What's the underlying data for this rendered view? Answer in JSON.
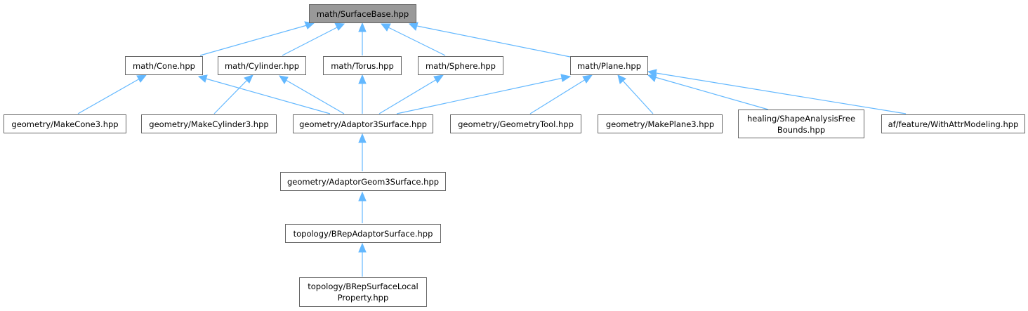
{
  "nodes": {
    "surface_base": [
      "math/SurfaceBase.hpp"
    ],
    "cone": [
      "math/Cone.hpp"
    ],
    "cylinder": [
      "math/Cylinder.hpp"
    ],
    "torus": [
      "math/Torus.hpp"
    ],
    "sphere": [
      "math/Sphere.hpp"
    ],
    "plane": [
      "math/Plane.hpp"
    ],
    "make_cone3": [
      "geometry/MakeCone3.hpp"
    ],
    "make_cylinder3": [
      "geometry/MakeCylinder3.hpp"
    ],
    "adaptor3_surface": [
      "geometry/Adaptor3Surface.hpp"
    ],
    "geometry_tool": [
      "geometry/GeometryTool.hpp"
    ],
    "make_plane3": [
      "geometry/MakePlane3.hpp"
    ],
    "shape_analysis_free_bounds": [
      "healing/ShapeAnalysisFree",
      "Bounds.hpp"
    ],
    "with_attr_modeling": [
      "af/feature/WithAttrModeling.hpp"
    ],
    "adaptor_geom3_surface": [
      "geometry/AdaptorGeom3Surface.hpp"
    ],
    "brep_adaptor_surface": [
      "topology/BRepAdaptorSurface.hpp"
    ],
    "brep_surface_local_property": [
      "topology/BRepSurfaceLocal",
      "Property.hpp"
    ]
  },
  "colors": {
    "edge": "#63b8ff",
    "node_border": "#666666",
    "root_fill": "#999999"
  }
}
